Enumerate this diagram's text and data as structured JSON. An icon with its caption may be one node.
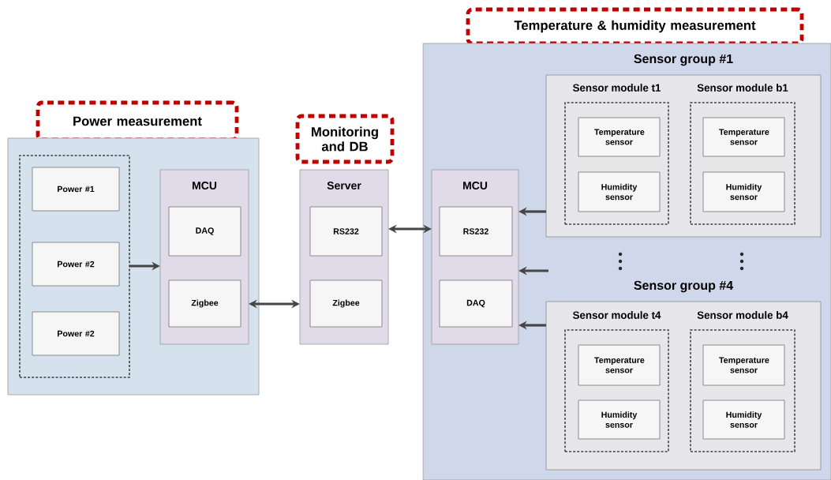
{
  "diagram": {
    "nodes": [
      {
        "text": [
          "Power measurement"
        ]
      },
      {
        "text": [],
        "shape": "box"
      },
      {
        "text": [],
        "shape": "box",
        "in": 1
      },
      {
        "text": [
          "Power #1"
        ],
        "in": 2
      },
      {
        "text": [
          "Power #2"
        ],
        "in": 2
      },
      {
        "text": [
          "Power #2"
        ],
        "in": 2
      },
      {
        "text": [
          "MCU"
        ],
        "in": 1
      },
      {
        "text": [
          "DAQ"
        ],
        "in": 6
      },
      {
        "text": [
          "Zigbee"
        ],
        "in": 6
      },
      {
        "text": [
          "Monitoring and DB"
        ]
      },
      {
        "text": [
          "Server"
        ]
      },
      {
        "text": [
          "RS232"
        ],
        "in": 10
      },
      {
        "text": [
          "Zigbee"
        ],
        "in": 10
      },
      {
        "text": [
          "Temperature & humidity measurement"
        ]
      },
      {
        "text": [],
        "shape": "box"
      },
      {
        "text": [
          "MCU"
        ],
        "in": 14
      },
      {
        "text": [
          "RS232"
        ],
        "in": 15
      },
      {
        "text": [
          "DAQ"
        ],
        "in": 15
      },
      {
        "text": [
          "Sensor group #1"
        ],
        "in": 14
      },
      {
        "text": [
          "Sensor module t1"
        ],
        "in": 18
      },
      {
        "text": [
          "Temperature sensor"
        ],
        "in": 19
      },
      {
        "text": [
          "Humidity sensor"
        ],
        "in": 19
      },
      {
        "text": [
          "Sensor module b1"
        ],
        "in": 18
      },
      {
        "text": [
          "Temperature sensor"
        ],
        "in": 22
      },
      {
        "text": [
          "Humidity sensor"
        ],
        "in": 22
      },
      {
        "text": [
          "Sensor group #4"
        ],
        "in": 14
      },
      {
        "text": [
          "Sensor module t4"
        ],
        "in": 25
      },
      {
        "text": [
          "Temperature sensor"
        ],
        "in": 26
      },
      {
        "text": [
          "Humidity sensor"
        ],
        "in": 26
      },
      {
        "text": [
          "Sensor module b4"
        ],
        "in": 25
      },
      {
        "text": [
          "Temperature sensor"
        ],
        "in": 29
      },
      {
        "text": [
          "Humidity sensor"
        ],
        "in": 29
      }
    ],
    "edges": [
      {
        "from": 2,
        "to": 6,
        "arrow": "to"
      },
      {
        "from": 6,
        "to": 10,
        "arrow": "both"
      },
      {
        "from": 10,
        "to": 15,
        "arrow": "both"
      },
      {
        "from": 18,
        "to": 15,
        "arrow": "to"
      },
      {
        "from": null,
        "to": 15,
        "arrow": "to"
      },
      {
        "from": 25,
        "to": 15,
        "arrow": "to"
      }
    ]
  }
}
